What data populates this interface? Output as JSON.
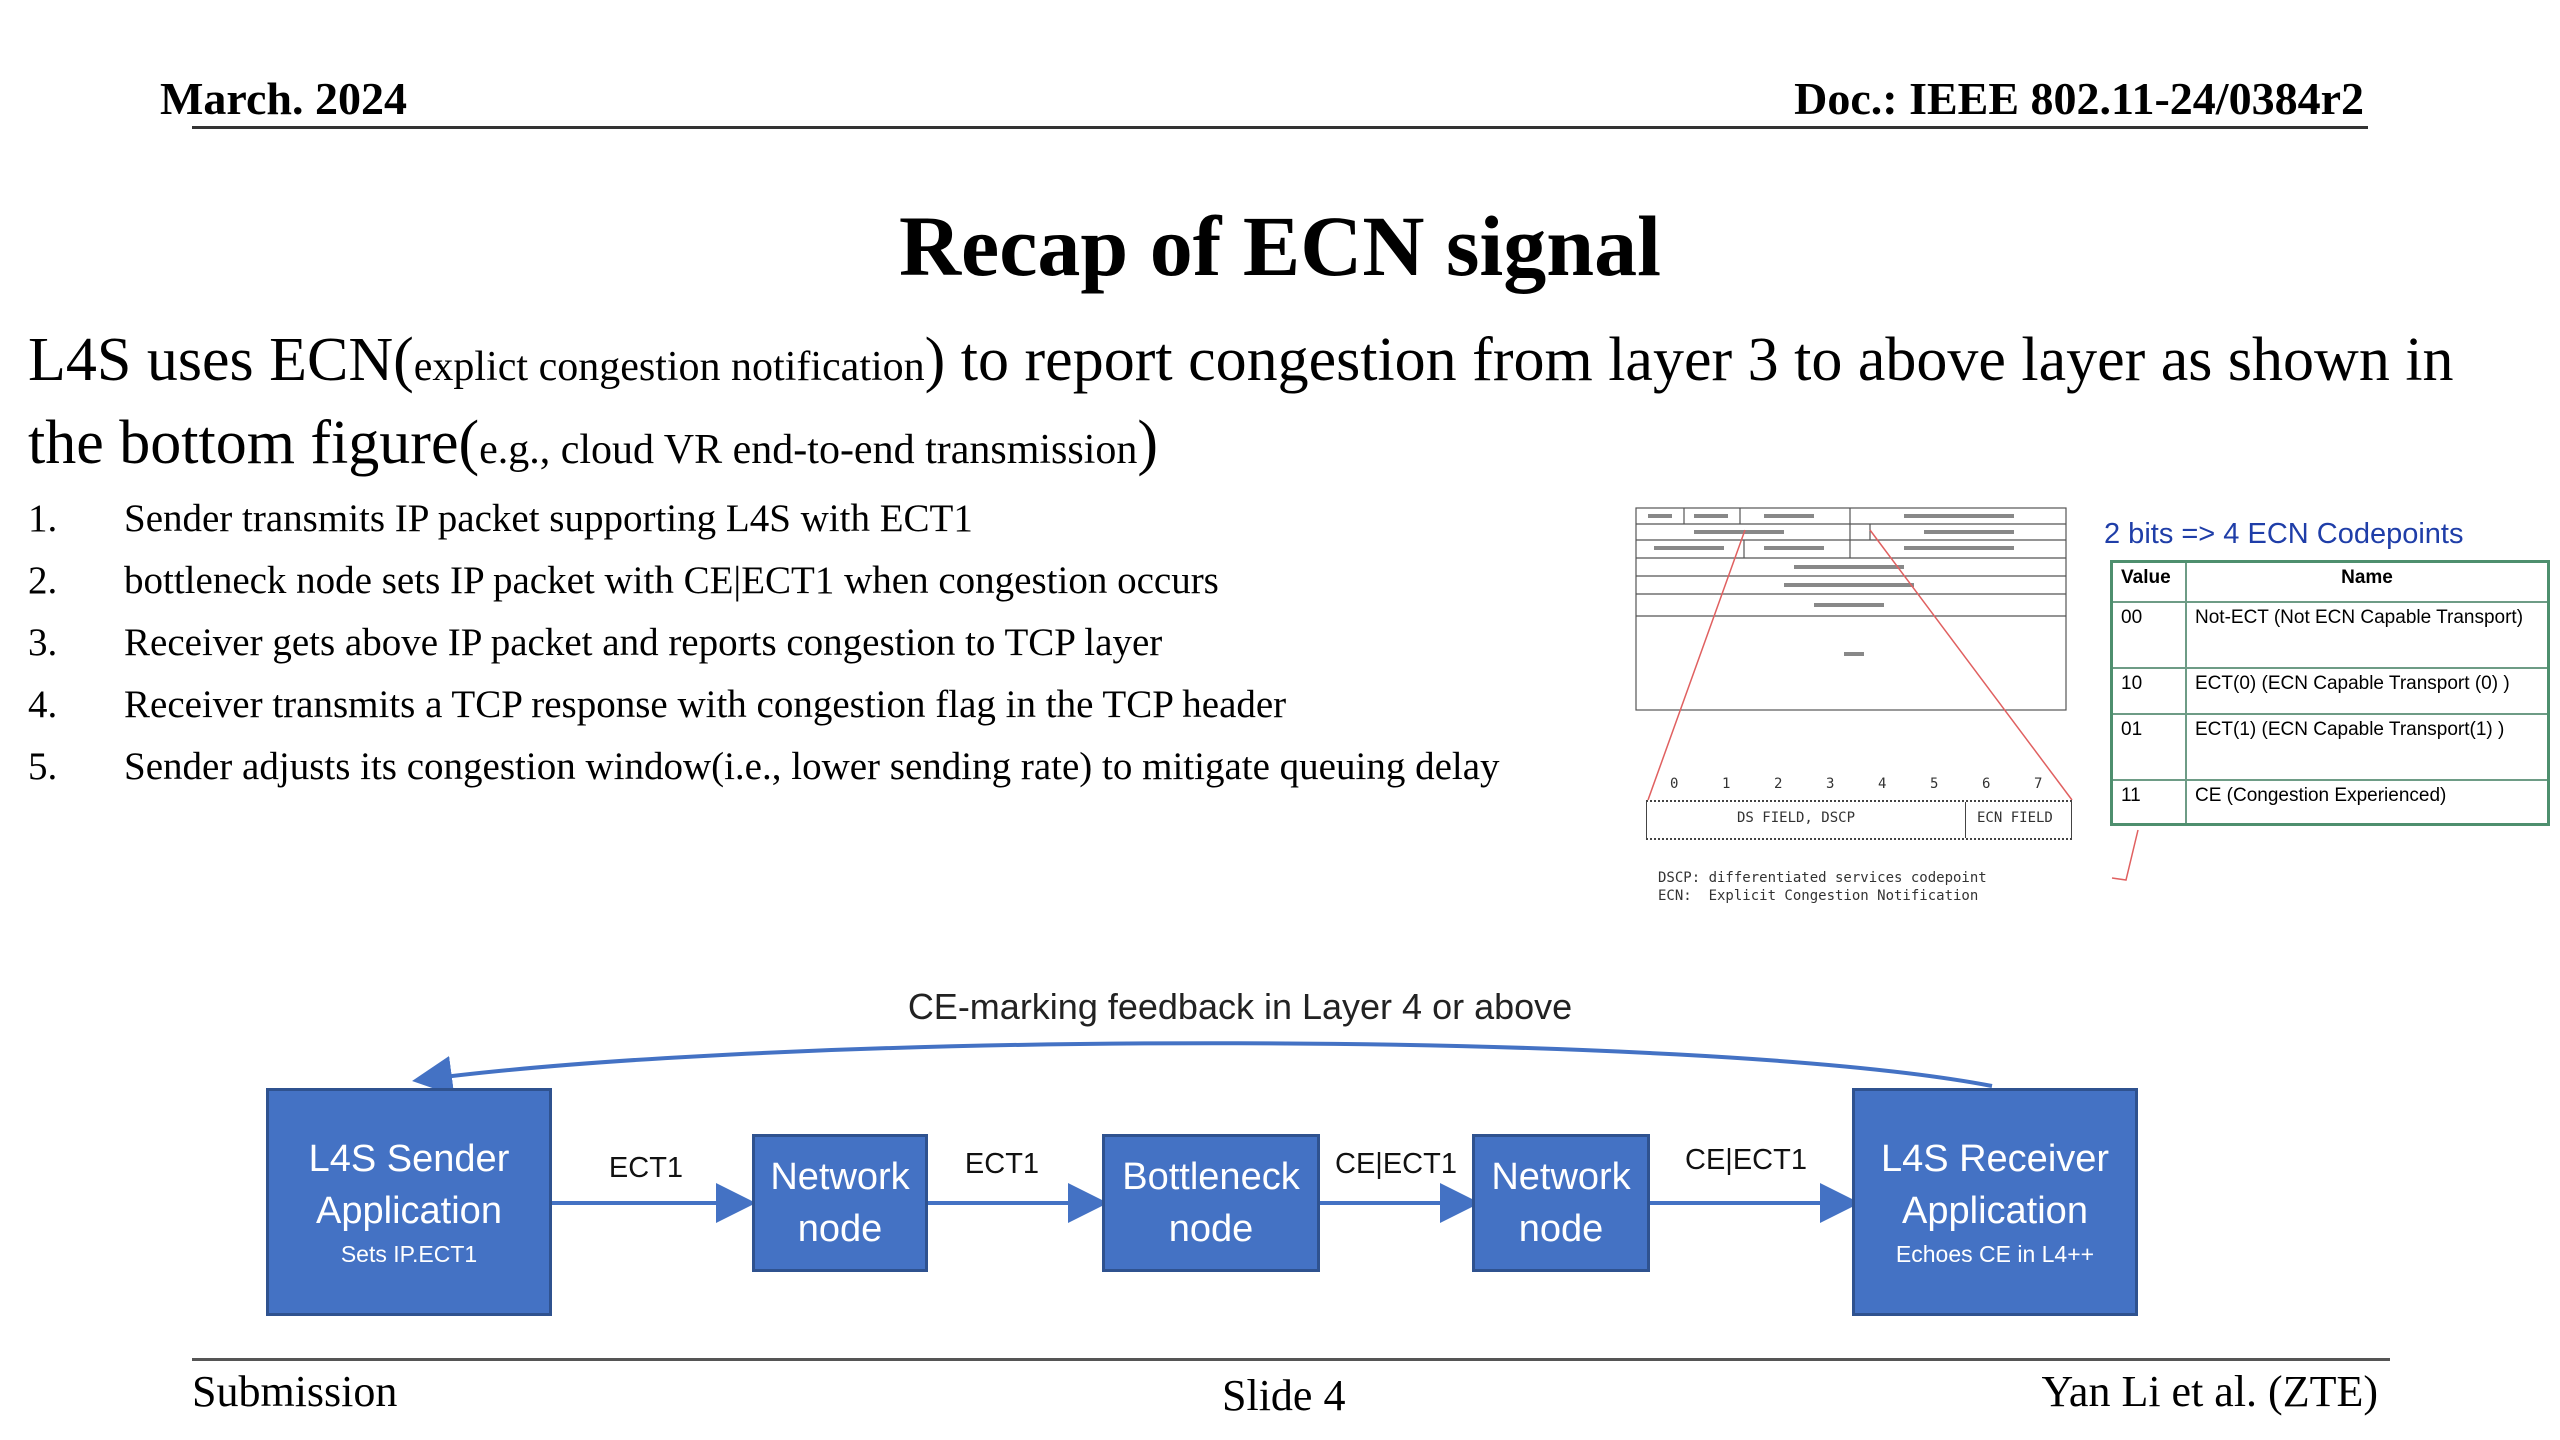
{
  "header": {
    "date": "March. 2024",
    "doc": "Doc.: IEEE 802.11-24/0384r2"
  },
  "title": "Recap of ECN signal",
  "intro": {
    "a": "L4S uses ECN(",
    "b": "explict congestion notification",
    "c": ") to report congestion from layer 3 to above layer as shown in the bottom figure(",
    "d": "e.g., cloud VR end-to-end transmission",
    "e": ")"
  },
  "steps": [
    {
      "num": "1.",
      "text": "Sender transmits IP packet supporting L4S with ECT1"
    },
    {
      "num": "2.",
      "text": "bottleneck node sets IP packet with CE|ECT1 when congestion occurs"
    },
    {
      "num": "3.",
      "text": "Receiver gets above IP packet and reports congestion to TCP layer"
    },
    {
      "num": "4.",
      "text": "Receiver transmits a TCP response with congestion flag in the TCP header"
    },
    {
      "num": "5.",
      "text": "Sender adjusts its congestion window(i.e., lower sending rate) to mitigate queuing delay"
    }
  ],
  "ecn_figure": {
    "codepoints_title": "2 bits => 4 ECN Codepoints",
    "table_headers": [
      "Value",
      "Name"
    ],
    "table_rows": [
      {
        "value": "00",
        "name": "Not-ECT (Not ECN Capable Transport)"
      },
      {
        "value": "10",
        "name": "ECT(0) (ECN Capable Transport (0) )"
      },
      {
        "value": "01",
        "name": "ECT(1) (ECN Capable Transport(1) )"
      },
      {
        "value": "11",
        "name": "CE (Congestion Experienced)"
      }
    ],
    "bit_numbers": [
      "0",
      "1",
      "2",
      "3",
      "4",
      "5",
      "6",
      "7"
    ],
    "ds_field": "DS FIELD, DSCP",
    "ecn_field": "ECN FIELD",
    "legend": [
      "DSCP: differentiated services codepoint",
      "ECN:  Explicit Congestion Notification"
    ]
  },
  "flow": {
    "feedback_label": "CE-marking feedback in Layer 4 or above",
    "sender": {
      "line1": "L4S Sender",
      "line2": "Application",
      "sub": "Sets IP.ECT1"
    },
    "node1": {
      "line1": "Network",
      "line2": "node"
    },
    "bottleneck": {
      "line1": "Bottleneck",
      "line2": "node"
    },
    "node2": {
      "line1": "Network",
      "line2": "node"
    },
    "receiver": {
      "line1": "L4S Receiver",
      "line2": "Application",
      "sub": "Echoes CE in L4++"
    },
    "arrow_labels": [
      "ECT1",
      "ECT1",
      "CE|ECT1",
      "CE|ECT1"
    ]
  },
  "footer": {
    "left": "Submission",
    "center": "Slide 4",
    "right": "Yan Li et al. (ZTE)"
  },
  "colors": {
    "box_fill": "#4472c4",
    "box_border": "#2f528f",
    "codepoints_title": "#1f3ea8",
    "table_border": "#4e8f6e",
    "pointer_line": "#e06060"
  }
}
